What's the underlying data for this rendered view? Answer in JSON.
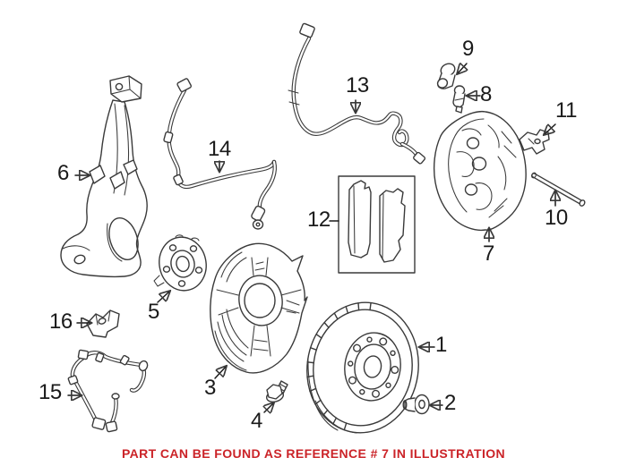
{
  "figure": {
    "type": "exploded-parts-illustration",
    "note_text": "PART CAN BE FOUND AS REFERENCE # 7 IN ILLUSTRATION",
    "highlighted_reference": "7"
  },
  "colors": {
    "background": "#ffffff",
    "line_art": "#3a3a3a",
    "callout_text": "#1a1a1a",
    "note_text": "#cb2328"
  },
  "callouts": [
    {
      "ref": "1"
    },
    {
      "ref": "2"
    },
    {
      "ref": "3"
    },
    {
      "ref": "4"
    },
    {
      "ref": "5"
    },
    {
      "ref": "6"
    },
    {
      "ref": "7"
    },
    {
      "ref": "8"
    },
    {
      "ref": "9"
    },
    {
      "ref": "10"
    },
    {
      "ref": "11"
    },
    {
      "ref": "12"
    },
    {
      "ref": "13"
    },
    {
      "ref": "14"
    },
    {
      "ref": "15"
    },
    {
      "ref": "16"
    }
  ]
}
